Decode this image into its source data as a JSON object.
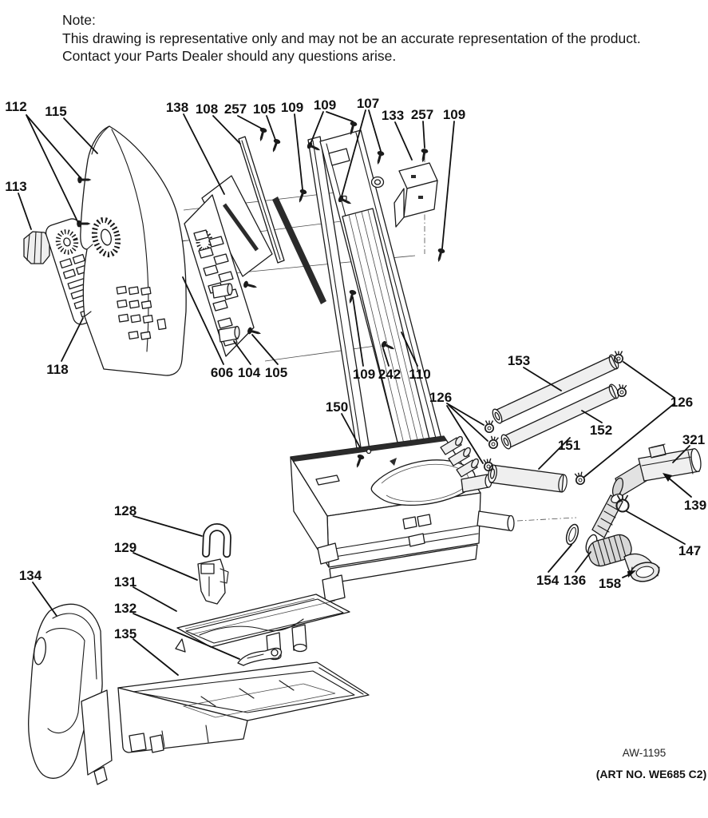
{
  "note": {
    "title": "Note:",
    "line1": "This drawing is representative only and may not be an accurate representation of the product.",
    "line2": "Contact your Parts Dealer should any questions arise."
  },
  "footer": {
    "drawing_code": "AW-1195",
    "art_no": "(ART NO. WE685 C2)"
  },
  "callouts": [
    {
      "text": "112"
    },
    {
      "text": "115"
    },
    {
      "text": "138"
    },
    {
      "text": "108"
    },
    {
      "text": "257"
    },
    {
      "text": "105"
    },
    {
      "text": "109"
    },
    {
      "text": "109"
    },
    {
      "text": "107"
    },
    {
      "text": "133"
    },
    {
      "text": "257"
    },
    {
      "text": "109"
    },
    {
      "text": "113"
    },
    {
      "text": "118"
    },
    {
      "text": "606"
    },
    {
      "text": "104"
    },
    {
      "text": "105"
    },
    {
      "text": "109"
    },
    {
      "text": "242"
    },
    {
      "text": "110"
    },
    {
      "text": "150"
    },
    {
      "text": "126"
    },
    {
      "text": "153"
    },
    {
      "text": "152"
    },
    {
      "text": "151"
    },
    {
      "text": "126"
    },
    {
      "text": "321"
    },
    {
      "text": "139"
    },
    {
      "text": "147"
    },
    {
      "text": "154"
    },
    {
      "text": "136"
    },
    {
      "text": "158"
    },
    {
      "text": "128"
    },
    {
      "text": "129"
    },
    {
      "text": "131"
    },
    {
      "text": "132"
    },
    {
      "text": "135"
    },
    {
      "text": "134"
    }
  ]
}
